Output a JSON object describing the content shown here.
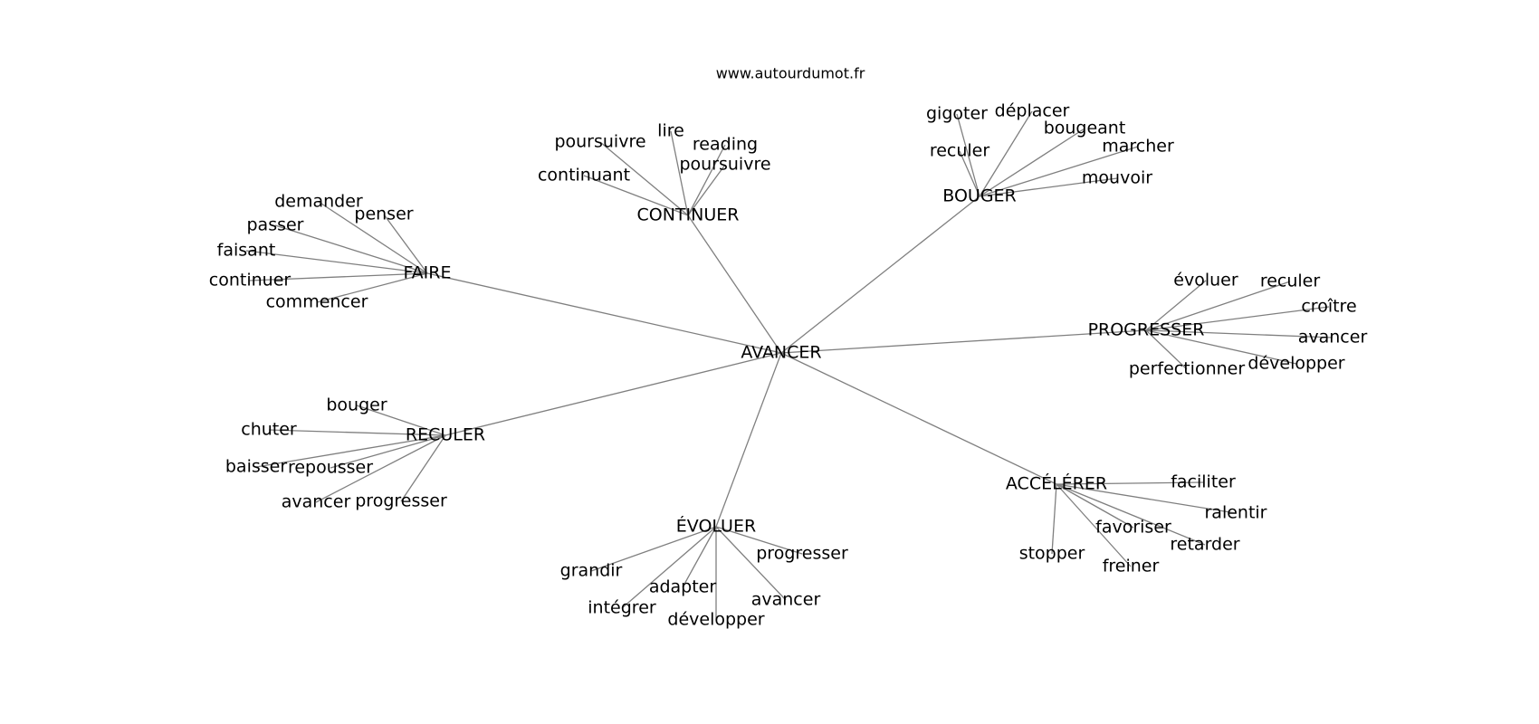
{
  "source_text": "www.autourdumot.fr",
  "graph": {
    "root": {
      "id": "root",
      "label": "AVANCER"
    },
    "hubs": [
      {
        "id": "faire",
        "label": "FAIRE",
        "leaves": [
          {
            "id": "faire-demander",
            "label": "demander"
          },
          {
            "id": "faire-penser",
            "label": "penser"
          },
          {
            "id": "faire-passer",
            "label": "passer"
          },
          {
            "id": "faire-faisant",
            "label": "faisant"
          },
          {
            "id": "faire-continuer",
            "label": "continuer"
          },
          {
            "id": "faire-commencer",
            "label": "commencer"
          }
        ]
      },
      {
        "id": "continuer",
        "label": "CONTINUER",
        "leaves": [
          {
            "id": "continuer-poursuivre",
            "label": "poursuivre"
          },
          {
            "id": "continuer-lire",
            "label": "lire"
          },
          {
            "id": "continuer-reading",
            "label": "reading"
          },
          {
            "id": "continuer-poursuivre2",
            "label": "poursuivre"
          },
          {
            "id": "continuer-continuant",
            "label": "continuant"
          }
        ]
      },
      {
        "id": "bouger",
        "label": "BOUGER",
        "leaves": [
          {
            "id": "bouger-gigoter",
            "label": "gigoter"
          },
          {
            "id": "bouger-deplacer",
            "label": "déplacer"
          },
          {
            "id": "bouger-bougeant",
            "label": "bougeant"
          },
          {
            "id": "bouger-reculer",
            "label": "reculer"
          },
          {
            "id": "bouger-marcher",
            "label": "marcher"
          },
          {
            "id": "bouger-mouvoir",
            "label": "mouvoir"
          }
        ]
      },
      {
        "id": "progresser",
        "label": "PROGRESSER",
        "leaves": [
          {
            "id": "progresser-evoluer",
            "label": "évoluer"
          },
          {
            "id": "progresser-reculer",
            "label": "reculer"
          },
          {
            "id": "progresser-croitre",
            "label": "croître"
          },
          {
            "id": "progresser-avancer",
            "label": "avancer"
          },
          {
            "id": "progresser-developper",
            "label": "développer"
          },
          {
            "id": "progresser-perfectionner",
            "label": "perfectionner"
          }
        ]
      },
      {
        "id": "reculer",
        "label": "RECULER",
        "leaves": [
          {
            "id": "reculer-bouger",
            "label": "bouger"
          },
          {
            "id": "reculer-chuter",
            "label": "chuter"
          },
          {
            "id": "reculer-baisser",
            "label": "baisser"
          },
          {
            "id": "reculer-repousser",
            "label": "repousser"
          },
          {
            "id": "reculer-avancer",
            "label": "avancer"
          },
          {
            "id": "reculer-progresser",
            "label": "progresser"
          }
        ]
      },
      {
        "id": "evoluer",
        "label": "ÉVOLUER",
        "leaves": [
          {
            "id": "evoluer-grandir",
            "label": "grandir"
          },
          {
            "id": "evoluer-progresser",
            "label": "progresser"
          },
          {
            "id": "evoluer-adapter",
            "label": "adapter"
          },
          {
            "id": "evoluer-integrer",
            "label": "intégrer"
          },
          {
            "id": "evoluer-avancer",
            "label": "avancer"
          },
          {
            "id": "evoluer-developper",
            "label": "développer"
          }
        ]
      },
      {
        "id": "accelerer",
        "label": "ACCÉLÉRER",
        "leaves": [
          {
            "id": "accelerer-faciliter",
            "label": "faciliter"
          },
          {
            "id": "accelerer-ralentir",
            "label": "ralentir"
          },
          {
            "id": "accelerer-favoriser",
            "label": "favoriser"
          },
          {
            "id": "accelerer-retarder",
            "label": "retarder"
          },
          {
            "id": "accelerer-stopper",
            "label": "stopper"
          },
          {
            "id": "accelerer-freiner",
            "label": "freiner"
          }
        ]
      }
    ]
  }
}
